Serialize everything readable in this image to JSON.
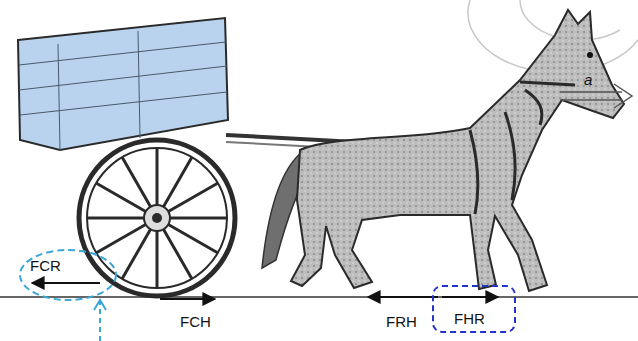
{
  "diagram": {
    "nodes": [
      {
        "text": [
          "FCR"
        ]
      },
      {
        "text": [
          "FHR"
        ]
      }
    ],
    "labels": [
      "FCH",
      "FRH",
      "a"
    ]
  }
}
